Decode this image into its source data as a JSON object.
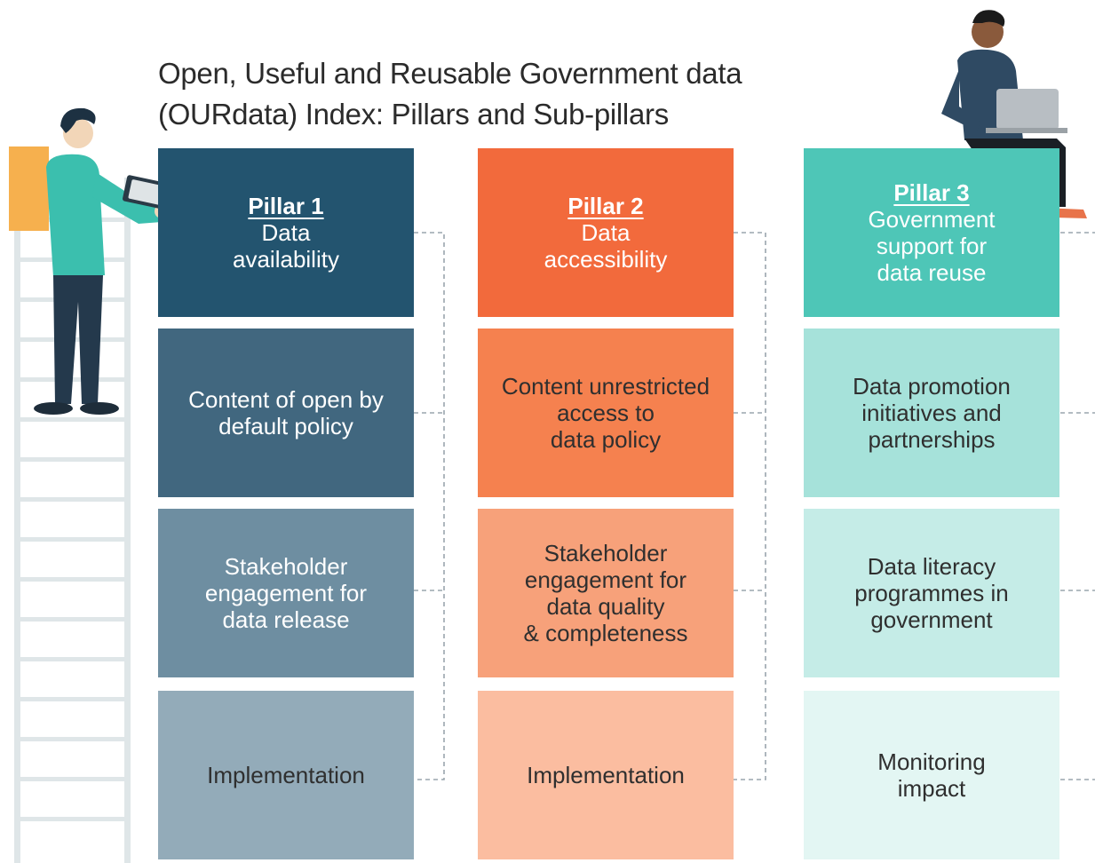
{
  "title": {
    "line1": "Open, Useful and Reusable Government data",
    "line2": "(OURdata) Index: Pillars and Sub-pillars"
  },
  "colors": {
    "pillar1": [
      "#23546f",
      "#41677f",
      "#6e8ea1",
      "#93abb9"
    ],
    "pillar2": [
      "#f26a3c",
      "#f5814f",
      "#f7a17a",
      "#fbbda0"
    ],
    "pillar3": [
      "#4ec6b7",
      "#a6e2da",
      "#c5ece7",
      "#e3f6f3"
    ],
    "text_dark": "#2f2f2f",
    "text_light": "#ffffff"
  },
  "pillars": [
    {
      "number": "Pillar 1",
      "name_lines": [
        "Data",
        "availability"
      ],
      "subpillars": [
        [
          "Content of open by",
          "default policy"
        ],
        [
          "Stakeholder",
          "engagement for",
          "data release"
        ],
        [
          "Implementation"
        ]
      ]
    },
    {
      "number": "Pillar 2",
      "name_lines": [
        "Data",
        "accessibility"
      ],
      "subpillars": [
        [
          "Content unrestricted",
          "access to",
          "data policy"
        ],
        [
          "Stakeholder",
          "engagement for",
          "data quality",
          "& completeness"
        ],
        [
          "Implementation"
        ]
      ]
    },
    {
      "number": "Pillar 3",
      "name_lines": [
        "Government",
        "support for",
        "data reuse"
      ],
      "subpillars": [
        [
          "Data promotion",
          "initiatives and",
          "partnerships"
        ],
        [
          "Data literacy",
          "programmes in",
          "government"
        ],
        [
          "Monitoring",
          "impact"
        ]
      ]
    }
  ]
}
